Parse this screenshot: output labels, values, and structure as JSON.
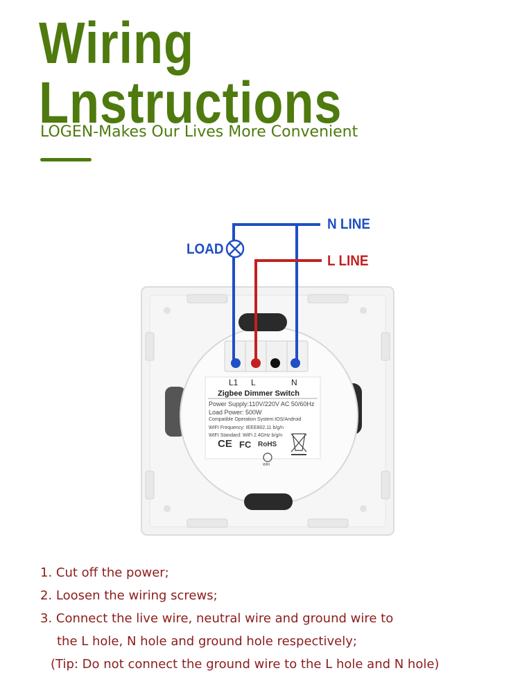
{
  "header": {
    "title_line1": "Wiring",
    "title_line2": "Lnstructions",
    "subtitle": "LOGEN-Makes Our Lives More Convenient"
  },
  "diagram": {
    "wire_labels": {
      "n_line": "N LINE",
      "l_line": "L LINE",
      "load": "LOAD"
    },
    "terminal_labels": {
      "l1": "L1",
      "l": "L",
      "n": "N"
    },
    "product_label": {
      "title": "Zigbee Dimmer Switch",
      "lines": [
        "Power Supply:110V/220V AC  50/60Hz",
        "Load Power: 500W",
        "Compatible Operation System:IOS/Android",
        "WIFI Frequency: IEEE802.11 b/g/n",
        "WIFI Standard: WiFi 2.4GHz b/g/n"
      ],
      "marks": {
        "ce": "CE",
        "fc": "FC",
        "rohs": "RoHS",
        "wifi": "WIFI"
      }
    },
    "colors": {
      "neutral": "#1f4fc4",
      "live": "#c42020",
      "brand": "#4e7a0e",
      "steps_text": "#8c1c1c"
    }
  },
  "instructions": {
    "steps": [
      "1. Cut off the power;",
      "2. Loosen the wiring screws;",
      "3. Connect the live wire, neutral wire and ground wire to",
      "the L hole, N hole and ground hole respectively;",
      "(Tip: Do not connect the ground wire to the L hole and N hole)"
    ]
  }
}
